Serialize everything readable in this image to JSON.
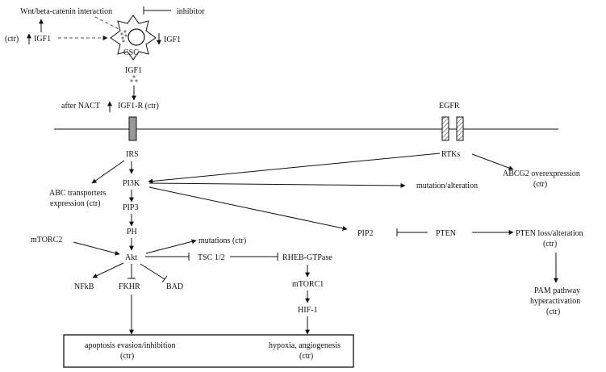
{
  "nodes": {
    "wnt": "Wnt/beta-catenin interaction",
    "inhibitor": "inhibitor",
    "ctr_left": "(ctr)",
    "igf1_left": "IGF1",
    "csc": "CSC",
    "igf1_right": "IGF1",
    "igf1_secreted": "IGF1",
    "after_nact": "after NACT",
    "igf1r": "IGF1-R (ctr)",
    "egfr": "EGFR",
    "irs": "IRS",
    "rtks": "RTKs",
    "abcg2": [
      "ABCG2 overexpression",
      "(ctr)"
    ],
    "abc_transporters": [
      "ABC transporters",
      "expression (ctr)"
    ],
    "pi3k": "PI3K",
    "mutation_alteration": "mutation/alteration",
    "pip3": "PIP3",
    "ph": "PH",
    "pip2": "PIP2",
    "pten": "PTEN",
    "pten_loss": [
      "PTEN loss/alteration",
      "(ctr)"
    ],
    "mtorc2": "mTORC2",
    "akt": "Akt",
    "mutations_ctr": "mutations (ctr)",
    "tsc": "TSC 1/2",
    "rheb": "RHEB-GTPase",
    "nfkb": "NFkB",
    "fkhr": "FKHR",
    "bad": "BAD",
    "mtorc1": "mTORC1",
    "hif1": "HIF-1",
    "pam": [
      "PAM pathway",
      "hyperactivation",
      "(ctr)"
    ],
    "apoptosis": [
      "apoptosis evasion/inhibition",
      "(ctr)"
    ],
    "hypoxia": [
      "hypoxia, angiogenesis",
      "(ctr)"
    ]
  },
  "colors": {
    "line": "#111111",
    "dots": "#888888",
    "receptor_fill": "#999999"
  }
}
